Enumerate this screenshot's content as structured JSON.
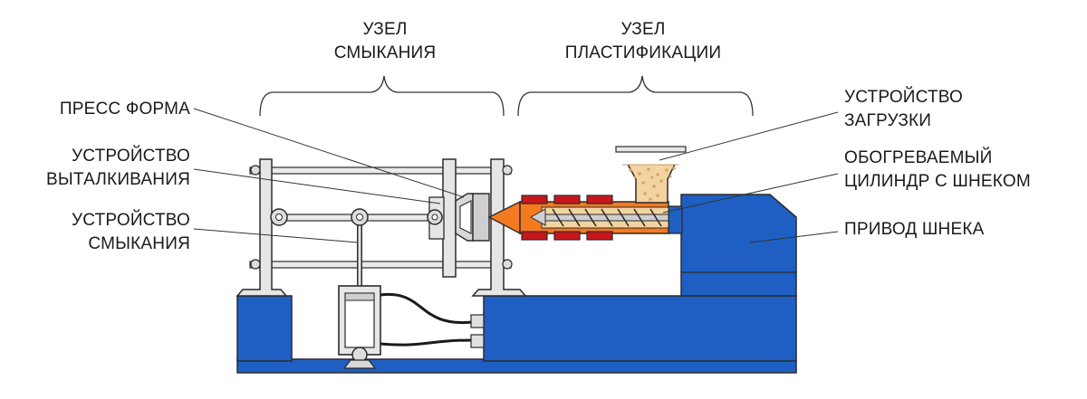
{
  "groups": {
    "clamping": {
      "line1": "УЗЕЛ",
      "line2": "СМЫКАНИЯ"
    },
    "plasticizing": {
      "line1": "УЗЕЛ",
      "line2": "ПЛАСТИФИКАЦИИ"
    }
  },
  "labels_left": {
    "mold": "ПРЕСС ФОРМА",
    "ejector_line1": "УСТРОЙСТВО",
    "ejector_line2": "ВЫТАЛКИВАНИЯ",
    "clamp_line1": "УСТРОЙСТВО",
    "clamp_line2": "СМЫКАНИЯ"
  },
  "labels_right": {
    "hopper_line1": "УСТРОЙСТВО",
    "hopper_line2": "ЗАГРУЗКИ",
    "barrel_line1": "ОБОГРЕВАЕМЫЙ",
    "barrel_line2": "ЦИЛИНДР С ШНЕКОМ",
    "drive": "ПРИВОД ШНЕКА"
  },
  "colors": {
    "base_blue": "#1f5fc4",
    "frame_gray": "#e6e6e6",
    "outline": "#2b2b2b",
    "heater_red": "#c9161d",
    "melt_orange": "#f47a20",
    "pellet_beige": "#f3d3a1"
  }
}
